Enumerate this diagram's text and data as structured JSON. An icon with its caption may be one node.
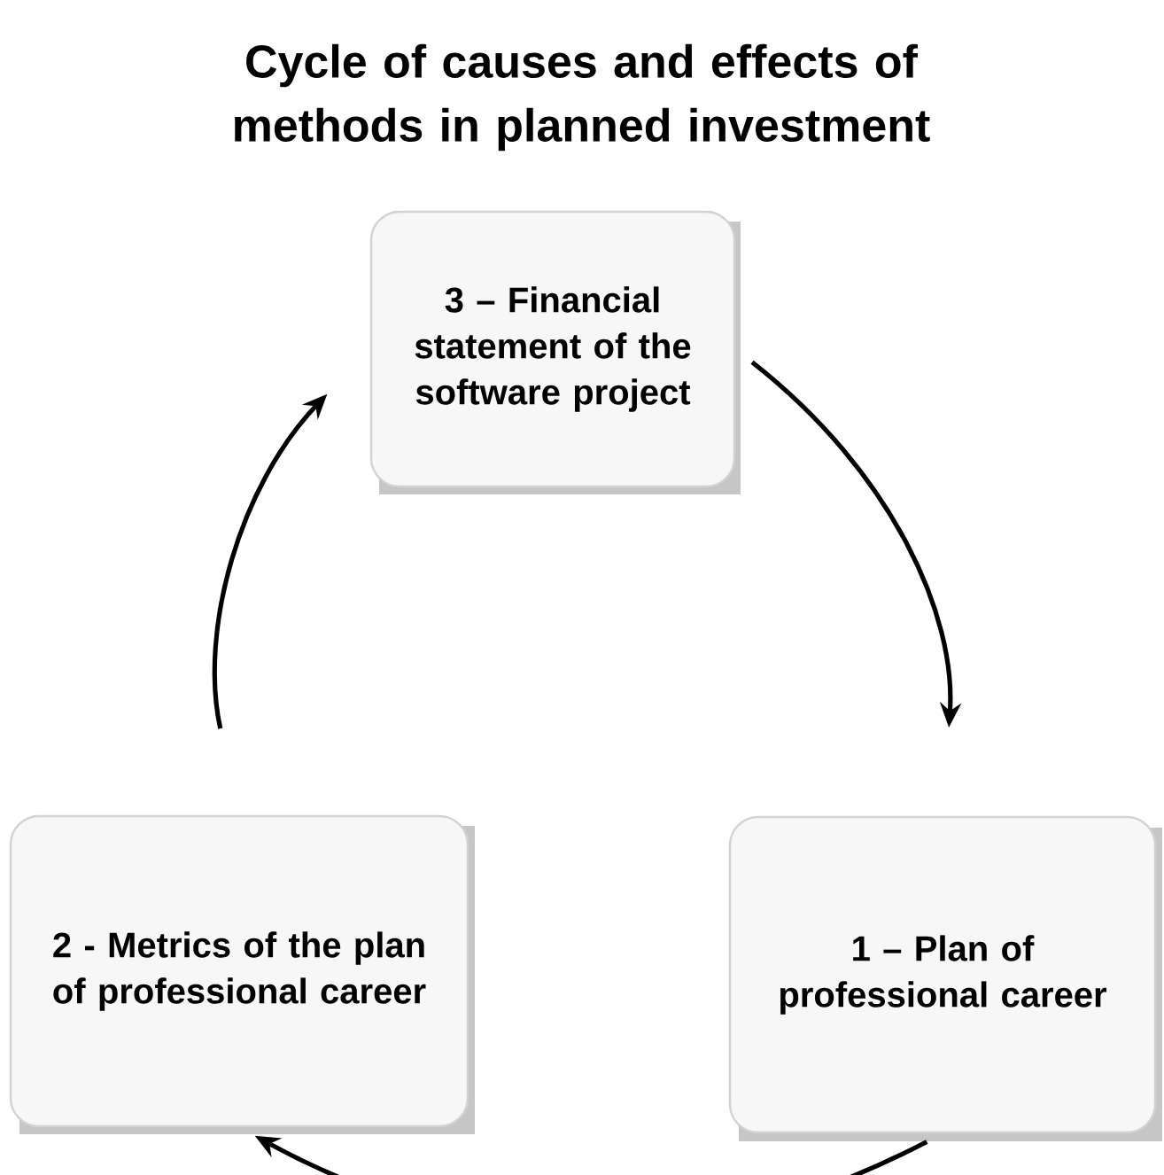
{
  "diagram": {
    "title": "Cycle of causes and effects of methods in planned investment",
    "nodes": [
      {
        "text": [
          "3 – Financial statement of the software project"
        ]
      },
      {
        "text": [
          "1 – Plan of professional career"
        ]
      },
      {
        "text": [
          "2 - Metrics of the plan of professional career"
        ]
      }
    ],
    "edges": [
      {
        "from": 0,
        "to": 1,
        "arrow": "to"
      },
      {
        "from": 1,
        "to": 2,
        "arrow": "to"
      },
      {
        "from": 2,
        "to": 0,
        "arrow": "to"
      }
    ]
  }
}
